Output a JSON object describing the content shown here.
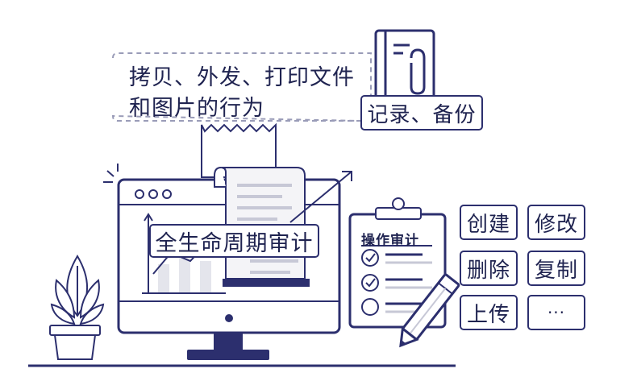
{
  "caption": {
    "line1": "拷贝、外发、打印文件",
    "line2": "和图片的行为"
  },
  "record_label": "记录、备份",
  "lifecycle_label": "全生命周期审计",
  "checklist": {
    "title": "操作审计",
    "items_checked": [
      true,
      true,
      false
    ]
  },
  "actions": [
    "创建",
    "修改",
    "删除",
    "复制",
    "上传",
    "···"
  ],
  "icons": [
    "document-icon",
    "monitor-icon",
    "receipt-icon",
    "growth-chart-icon",
    "clipboard-icon",
    "pencil-icon",
    "check-icon",
    "plant-icon"
  ],
  "colors": {
    "ink": "#2c2f6e",
    "paper": "#f4f4f7",
    "chart_fill": "#e4e5ec"
  }
}
